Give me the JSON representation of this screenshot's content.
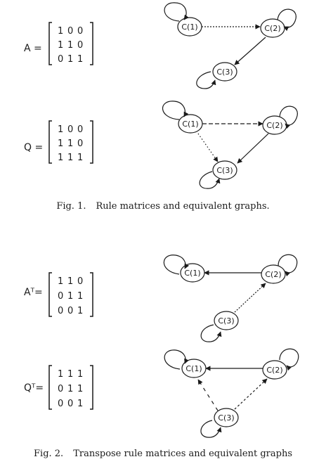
{
  "figures": [
    {
      "caption_num": "Fig. 1.",
      "caption_text": "Rule matrices and equivalent graphs.",
      "panels": [
        {
          "label": "A =",
          "rows": [
            [
              "1",
              "0",
              "0"
            ],
            [
              "1",
              "1",
              "0"
            ],
            [
              "0",
              "1",
              "1"
            ]
          ],
          "nodes": [
            "C(1)",
            "C(2)",
            "C(3)"
          ]
        },
        {
          "label": "Q =",
          "rows": [
            [
              "1",
              "0",
              "0"
            ],
            [
              "1",
              "1",
              "0"
            ],
            [
              "1",
              "1",
              "1"
            ]
          ],
          "nodes": [
            "C(1)",
            "C(2)",
            "C(3)"
          ]
        }
      ]
    },
    {
      "caption_num": "Fig. 2.",
      "caption_text": "Transpose rule matrices and equivalent graphs",
      "panels": [
        {
          "label": "Aᵀ=",
          "rows": [
            [
              "1",
              "1",
              "0"
            ],
            [
              "0",
              "1",
              "1"
            ],
            [
              "0",
              "0",
              "1"
            ]
          ],
          "nodes": [
            "C(1)",
            "C(2)",
            "C(3)"
          ]
        },
        {
          "label": "Qᵀ=",
          "rows": [
            [
              "1",
              "1",
              "1"
            ],
            [
              "0",
              "1",
              "1"
            ],
            [
              "0",
              "0",
              "1"
            ]
          ],
          "nodes": [
            "C(1)",
            "C(2)",
            "C(3)"
          ]
        }
      ]
    }
  ]
}
